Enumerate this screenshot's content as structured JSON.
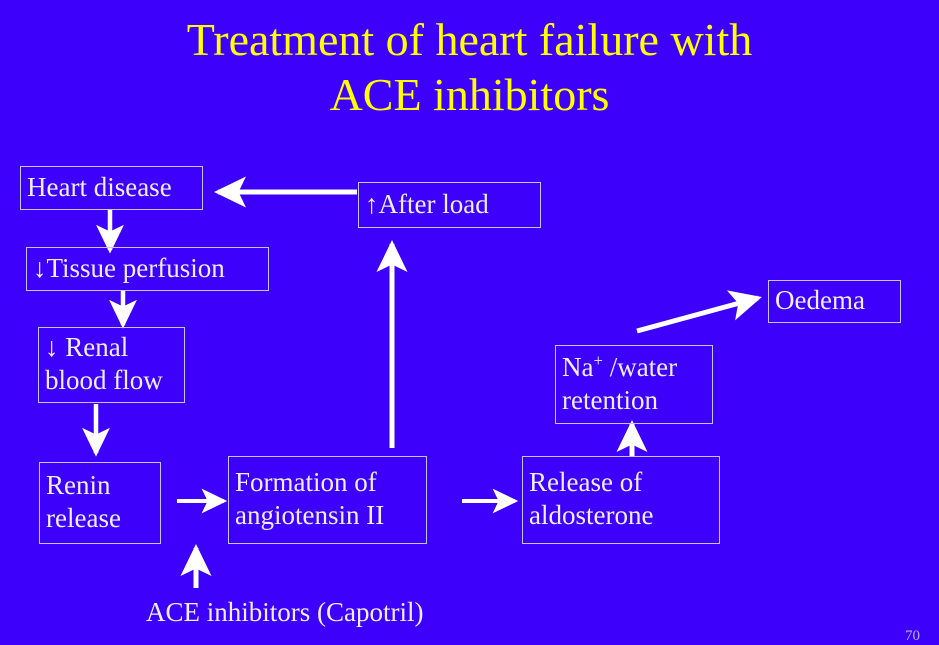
{
  "slide": {
    "background_color": "#3d00fa",
    "title_color": "#ffff00",
    "node_text_color": "#efeefb",
    "border_color": "#c9c3f0",
    "arrow_color": "#ffffff",
    "title_line1": "Treatment of heart failure with",
    "title_line2": "ACE inhibitors",
    "page_number": "70"
  },
  "nodes": {
    "heart_disease": {
      "line1": "Heart disease"
    },
    "tissue_perfusion": {
      "line1": "↓Tissue perfusion"
    },
    "renal_blood_flow": {
      "line1": "↓ Renal",
      "line2": "blood flow"
    },
    "renin_release": {
      "line1": "Renin",
      "line2": "release"
    },
    "formation_angiotensin": {
      "line1": "Formation of",
      "line2": "angiotensin II"
    },
    "release_aldosterone": {
      "line1": "Release of",
      "line2": "aldosterone"
    },
    "na_water_retention": {
      "line1_prefix": "Na",
      "line1_sup": "+",
      "line1_suffix": " /water",
      "line2": "retention"
    },
    "oedema": {
      "line1": "Oedema"
    },
    "after_load": {
      "line1": "↑After load"
    }
  },
  "labels": {
    "ace_inhibitors": "ACE inhibitors (Capotril)"
  },
  "edges": [
    {
      "name": "after-load-to-heart-disease",
      "from": "after_load",
      "to": "heart_disease",
      "direction": "left"
    },
    {
      "name": "heart-disease-to-tissue-perfusion",
      "from": "heart_disease",
      "to": "tissue_perfusion",
      "direction": "down"
    },
    {
      "name": "tissue-perfusion-to-renal-blood-flow",
      "from": "tissue_perfusion",
      "to": "renal_blood_flow",
      "direction": "down"
    },
    {
      "name": "renal-blood-flow-to-renin-release",
      "from": "renal_blood_flow",
      "to": "renin_release",
      "direction": "down"
    },
    {
      "name": "renin-release-to-formation-angiotensin",
      "from": "renin_release",
      "to": "formation_angiotensin",
      "direction": "right"
    },
    {
      "name": "formation-angiotensin-to-release-aldosterone",
      "from": "formation_angiotensin",
      "to": "release_aldosterone",
      "direction": "right"
    },
    {
      "name": "release-aldosterone-to-na-water-retention",
      "from": "release_aldosterone",
      "to": "na_water_retention",
      "direction": "up"
    },
    {
      "name": "na-water-retention-to-oedema",
      "from": "na_water_retention",
      "to": "oedema",
      "direction": "diagonal-up-right"
    },
    {
      "name": "formation-angiotensin-to-after-load",
      "from": "formation_angiotensin",
      "to": "after_load",
      "direction": "up"
    },
    {
      "name": "ace-inhibitors-to-renin-pathway",
      "from": "ace_inhibitors",
      "to": "renin-formation-link",
      "direction": "up"
    }
  ]
}
